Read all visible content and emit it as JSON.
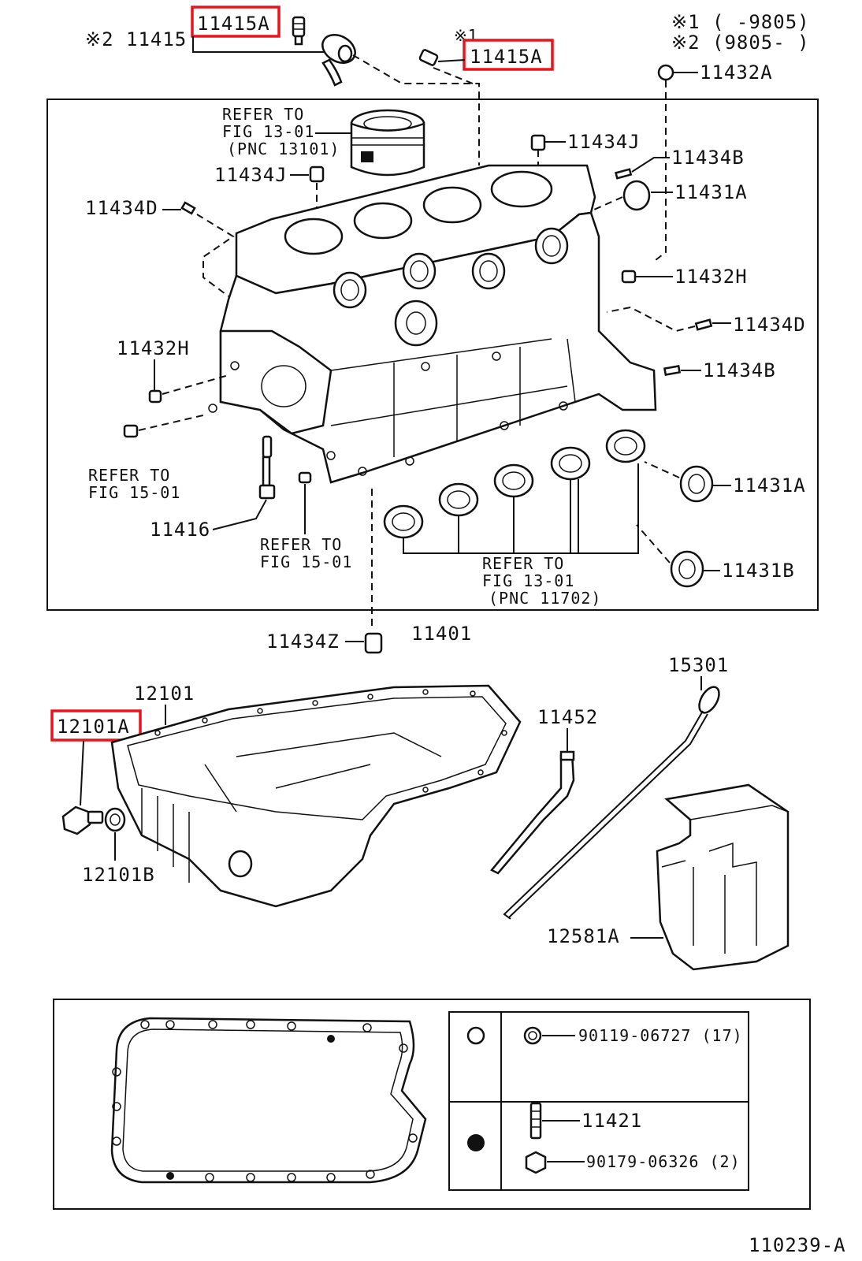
{
  "footnotes": {
    "note1": "※1 (     -9805)",
    "note2": "※2 (9805-     )"
  },
  "labels": {
    "p11415A_top": "11415A",
    "p11415_note2": "※2 11415",
    "p11415A_note1_mark": "※1",
    "p11415A_mid": "11415A",
    "p11432A": "11432A",
    "refer_13_01_a": "REFER TO",
    "refer_13_01_b": "FIG 13-01",
    "refer_13_01_c": "(PNC 13101)",
    "p11434J_top": "11434J",
    "p11434J_left": "11434J",
    "p11434B_top": "11434B",
    "p11431A_top": "11431A",
    "p11434D_left": "11434D",
    "p11432H_right": "11432H",
    "p11434D_right": "11434D",
    "p11432H_left": "11432H",
    "p11434B_right": "11434B",
    "refer_15_01_a1": "REFER TO",
    "refer_15_01_a2": "FIG 15-01",
    "p11416": "11416",
    "refer_15_01_b1": "REFER TO",
    "refer_15_01_b2": "FIG 15-01",
    "p11431A_low": "11431A",
    "refer_13_01l_a": "REFER TO",
    "refer_13_01l_b": "FIG 13-01",
    "refer_13_01l_c": "(PNC 11702)",
    "p11431B": "11431B",
    "p11434Z": "11434Z",
    "p11401": "11401",
    "p15301": "15301",
    "p12101": "12101",
    "p12101A": "12101A",
    "p11452": "11452",
    "p12101B": "12101B",
    "p12581A": "12581A",
    "leg_90119": "90119-06727 (17)",
    "leg_11421": "11421",
    "leg_90179": "90179-06326 (2)",
    "diagram_id": "110239-A"
  },
  "highlighted_parts": [
    "11415A",
    "11415A",
    "12101A"
  ],
  "colors": {
    "ink": "#111111",
    "highlight": "#e8141b",
    "background": "#ffffff"
  }
}
